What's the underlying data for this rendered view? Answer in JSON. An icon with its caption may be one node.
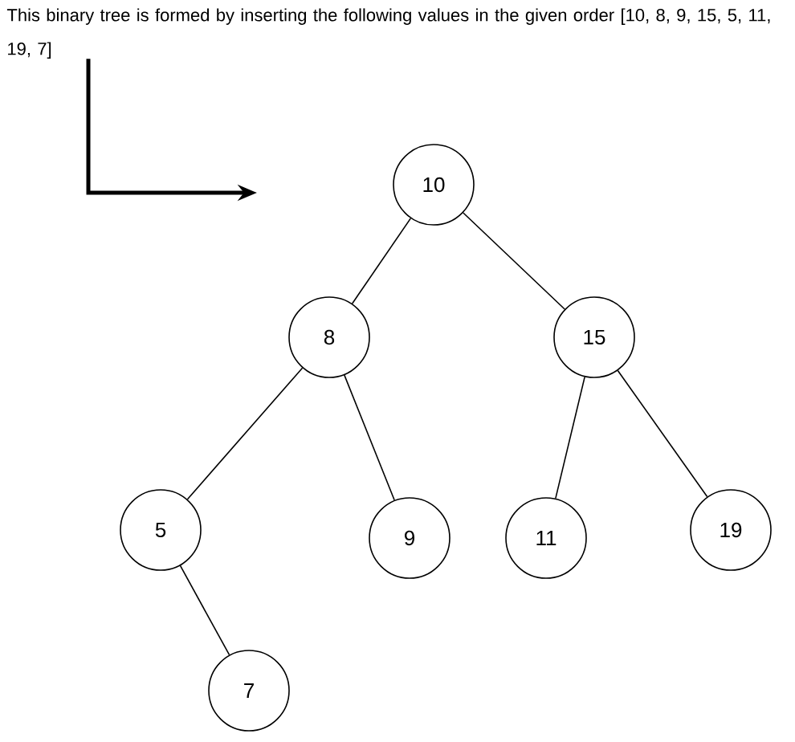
{
  "diagram": {
    "nodes": [
      {
        "text": [
          "This binary tree is formed by inserting the following values in the given order [10, 8, 9, 15, 5, 11, 19, 7]"
        ]
      },
      {
        "text": [
          "10"
        ]
      },
      {
        "text": [
          "8"
        ]
      },
      {
        "text": [
          "15"
        ]
      },
      {
        "text": [
          "5"
        ]
      },
      {
        "text": [
          "9"
        ]
      },
      {
        "text": [
          "11"
        ]
      },
      {
        "text": [
          "19"
        ]
      },
      {
        "text": [
          "7"
        ]
      }
    ],
    "edges": [
      {
        "from": 0,
        "to": null,
        "arrow": "to",
        "style": "thick"
      },
      {
        "from": 1,
        "to": 2,
        "arrow": "none"
      },
      {
        "from": 1,
        "to": 3,
        "arrow": "none"
      },
      {
        "from": 2,
        "to": 4,
        "arrow": "none"
      },
      {
        "from": 2,
        "to": 5,
        "arrow": "none"
      },
      {
        "from": 3,
        "to": 6,
        "arrow": "none"
      },
      {
        "from": 3,
        "to": 7,
        "arrow": "none"
      },
      {
        "from": 4,
        "to": 8,
        "arrow": "none"
      }
    ]
  }
}
